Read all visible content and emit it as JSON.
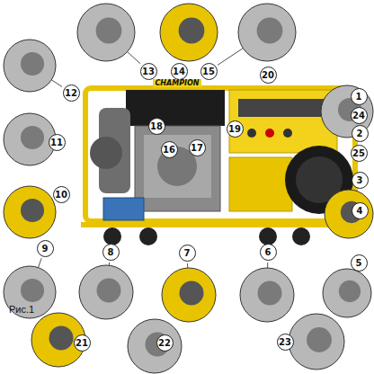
{
  "diagram": {
    "labels": [
      "1",
      "2",
      "3",
      "4",
      "5",
      "6",
      "7",
      "8",
      "9",
      "10",
      "11",
      "12",
      "13",
      "14",
      "15",
      "16",
      "17",
      "18",
      "19",
      "20",
      "21",
      "22",
      "23",
      "24",
      "25",
      "Рис.1",
      "CHAMPION"
    ]
  }
}
